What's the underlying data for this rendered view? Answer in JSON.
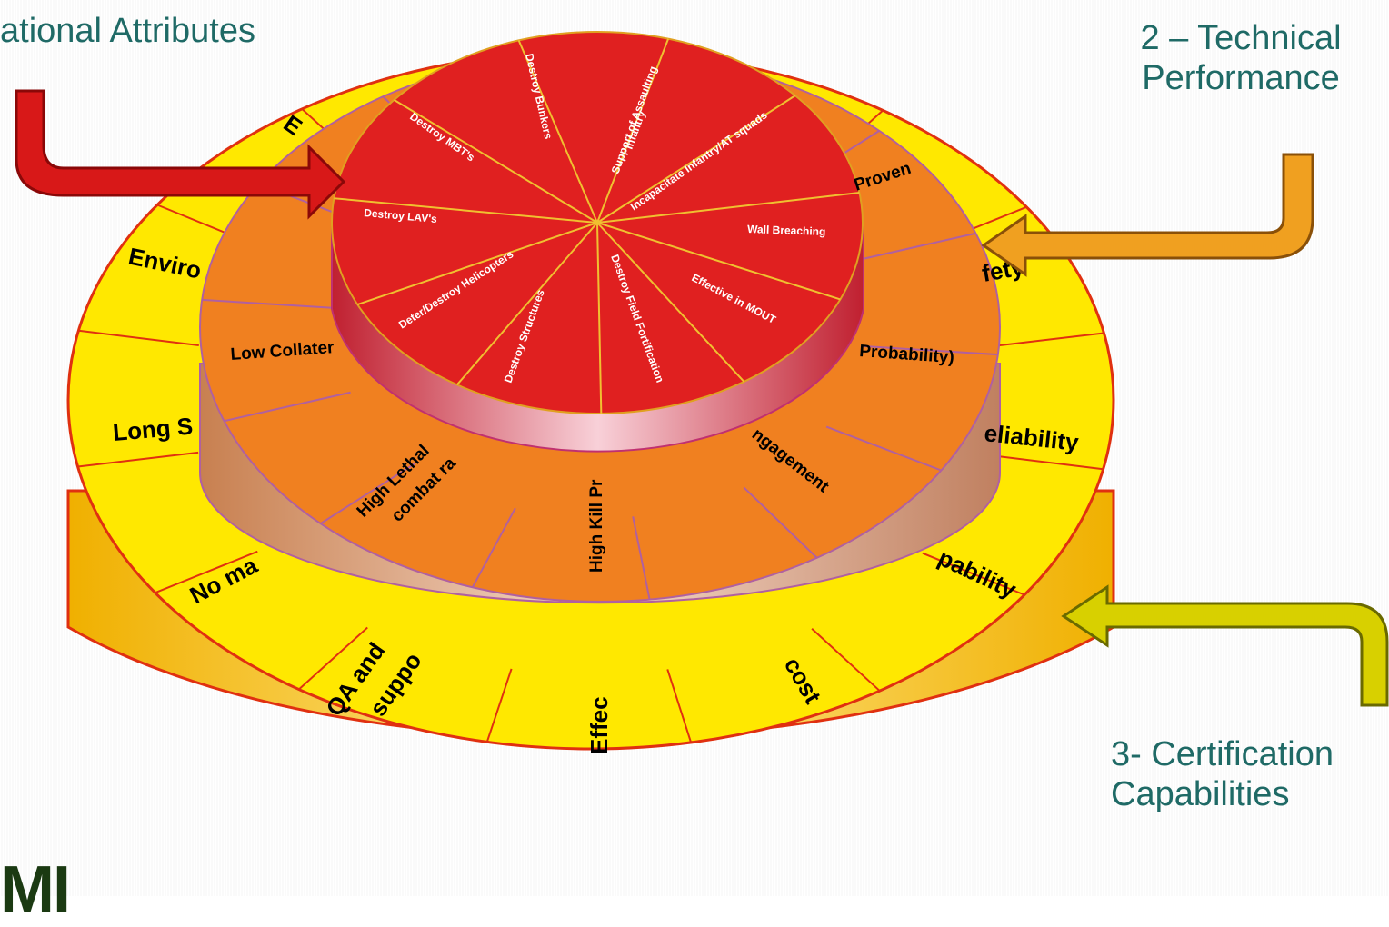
{
  "callouts": {
    "operational": "ational Attributes",
    "technical_line1": "2 – Technical",
    "technical_line2": "Performance",
    "certification_line1": "3- Certification",
    "certification_line2": "Capabilities"
  },
  "outer_ring": {
    "labels": [
      "E",
      "Enviro",
      "Long S",
      "No ma",
      "QA and",
      "suppo",
      "Effec",
      "cost",
      "pability",
      "eliability",
      "fety"
    ]
  },
  "middle_ring": {
    "labels": [
      "Proven",
      "Probability)",
      "ngagement",
      "High Kill Pr",
      "High Lethal",
      "combat ra",
      "Low Collater"
    ]
  },
  "inner_disk": {
    "labels": [
      "Destroy Bunkers",
      "Support of Assaulting",
      "Infantry",
      "Incapacitate Infantry/AT squads",
      "Wall Breaching",
      "Effective in MOUT",
      "Destroy Field Fortification",
      "Destroy Structures",
      "Deter/Destroy Helicopters",
      "Destroy LAV's",
      "Destroy MBT's"
    ]
  },
  "logo": "MI",
  "colors": {
    "outer": "#ffe800",
    "middle": "#f08020",
    "inner": "#e02020",
    "callout_text": "#1f6a66",
    "arrow_red": "#d81818",
    "arrow_orange": "#f0a020",
    "arrow_yellow": "#d8d000"
  }
}
